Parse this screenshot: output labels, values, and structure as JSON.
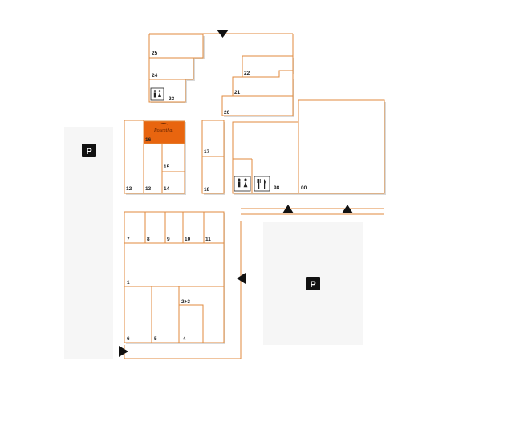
{
  "map": {
    "colors": {
      "outline": "#e08a3c",
      "highlight": "#e8650f",
      "parking": "#f6f6f6",
      "arrow": "#111111"
    },
    "parking_label": "P",
    "highlighted_unit": "16",
    "highlight_logo_text": "Rosenthal",
    "units": [
      "25",
      "24",
      "23",
      "22",
      "21",
      "20",
      "16",
      "17",
      "18",
      "15",
      "12",
      "13",
      "14",
      "98",
      "00",
      "7",
      "8",
      "9",
      "10",
      "11",
      "1",
      "2+3",
      "6",
      "5",
      "4"
    ],
    "icons": [
      "restroom-icon",
      "restaurant-icon"
    ]
  }
}
